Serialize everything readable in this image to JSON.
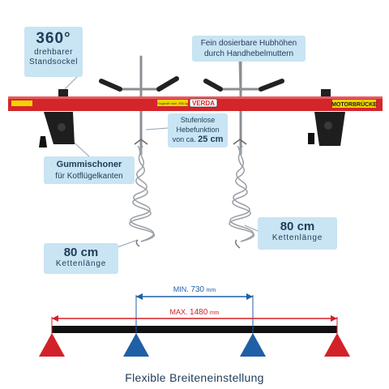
{
  "callouts": {
    "rotation": {
      "big": "360°",
      "line1": "drehbarer",
      "line2": "Standsockel"
    },
    "hub": {
      "line1": "Fein dosierbare Hubhöhen",
      "line2": "durch Handhebelmuttern"
    },
    "stufen": {
      "line1": "Stufenlose",
      "line2": "Hebefunktion",
      "line3_prefix": "von ca.",
      "line3_value": "25 cm"
    },
    "gummi": {
      "bold": "Gummischoner",
      "line2": "für Kotflügelkanten"
    },
    "kette_left": {
      "big": "80 cm",
      "small": "Kettenlänge"
    },
    "kette_right": {
      "big": "80 cm",
      "small": "Kettenlänge"
    }
  },
  "product": {
    "brand": "VERDA",
    "label_right": "MOTORBRÜCKE",
    "label_left": "",
    "label_center_small": "Tragkraft max. 500 kg",
    "bar_color": "#d4252b"
  },
  "dimensions": {
    "min_label": "MIN.",
    "min_value": "730",
    "min_unit": "mm",
    "max_label": "MAX.",
    "max_value": "1480",
    "max_unit": "mm"
  },
  "caption": "Flexible Breiteneinstellung",
  "colors": {
    "accent_red": "#d3212a",
    "accent_blue": "#1f5fa6",
    "callout_bg": "#c9e4f3",
    "text_dark": "#1f3c58"
  }
}
